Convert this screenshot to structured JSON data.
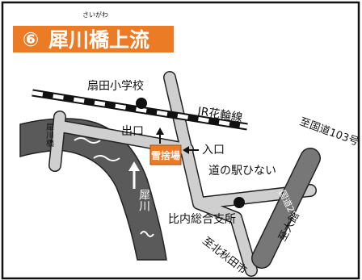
{
  "header": {
    "furigana": "さいがわ",
    "number": "⑥",
    "title": "犀川橋上流"
  },
  "labels": {
    "school": "扇田小学校",
    "railway": "JR花輪線",
    "bridge": "犀川橋",
    "exit": "出口",
    "snow_site": "雪捨場",
    "entrance": "入口",
    "michinoeki": "道の駅ひない",
    "branch_office": "比内総合支所",
    "to_national_route_103": "至国道103号",
    "national_route_285": "国道285号",
    "to_kitaakita": "至北秋田市",
    "to_odate": "至大館",
    "river": "犀川"
  },
  "colors": {
    "accent_orange": "#ec7b26",
    "road_gray": "#cfcfcf",
    "river_gray": "#5a5a5a",
    "national_road_gray": "#777777",
    "ink": "#1a1a1a"
  }
}
